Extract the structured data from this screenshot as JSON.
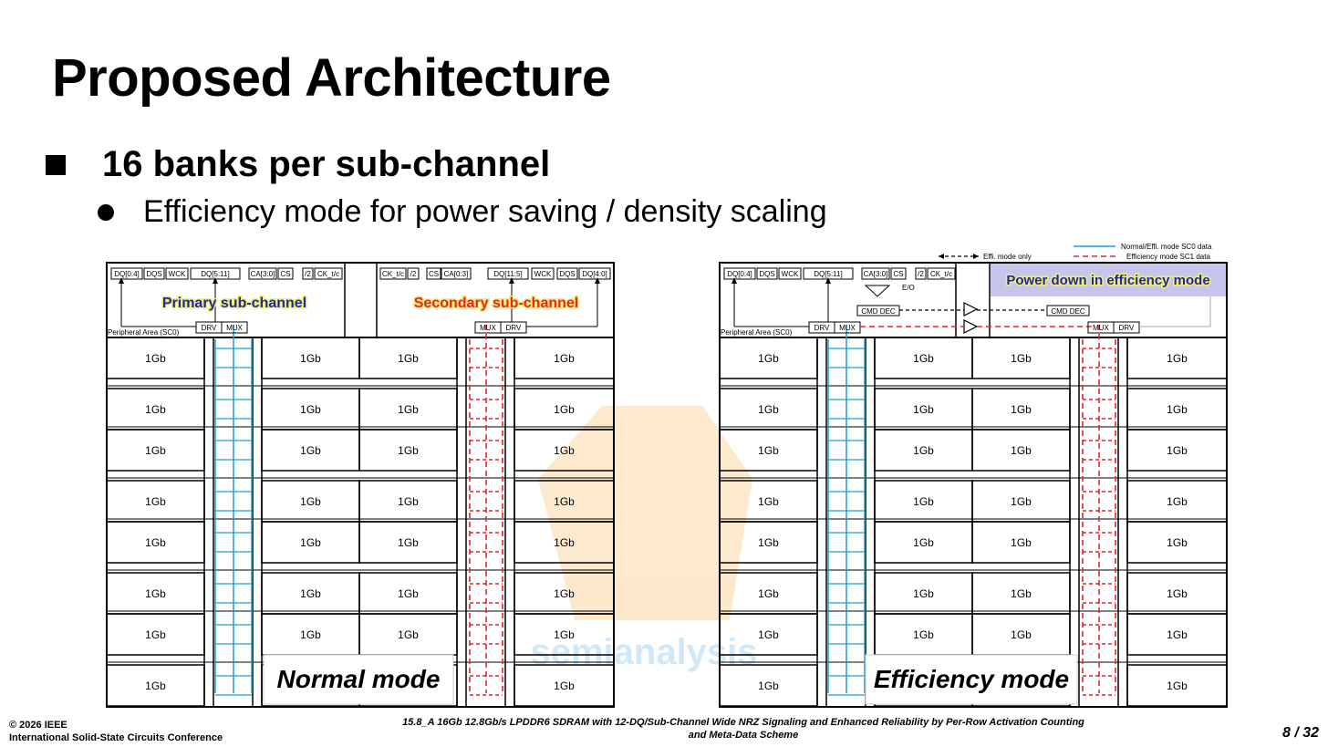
{
  "slide": {
    "title": "Proposed Architecture",
    "bullet1": "16 banks per sub-channel",
    "bullet2": "Efficiency mode for power saving / density scaling",
    "page": "8 / 32"
  },
  "footer": {
    "copyright": "© 2026 IEEE",
    "conference": "International Solid-State Circuits Conference",
    "paper_line1": "15.8_A 16Gb 12.8Gb/s LPDDR6 SDRAM with 12-DQ/Sub-Channel Wide NRZ Signaling and Enhanced Reliability by Per-Row Activation Counting",
    "paper_line2": "and Meta-Data Scheme"
  },
  "diagram": {
    "bank_label": "1Gb",
    "periph_label": "Peripheral Area (SC0)",
    "drv": "DRV",
    "mux": "MUX",
    "cmd_dec": "CMD DEC",
    "eo": "E/O",
    "left_pins": [
      "DQ[0:4]",
      "DQS",
      "WCK",
      "DQ[5:11]",
      "CA[3:0]",
      "CS",
      "/2",
      "CK_t/c"
    ],
    "right_pins": [
      "CK_t/c",
      "/2",
      "CS",
      "CA[0:3]",
      "DQ[11:5]",
      "WCK",
      "DQS",
      "DQ[4:0]"
    ],
    "primary_label": "Primary sub-channel",
    "secondary_label": "Secondary sub-channel",
    "power_down_label": "Power down in efficiency mode",
    "normal_mode": "Normal mode",
    "efficiency_mode": "Efficiency mode",
    "legend": {
      "effi_only": "Effi. mode only",
      "sc0": "Normal/Effi. mode SC0 data",
      "sc1": "Efficiency mode SC1 data"
    },
    "watermark": "semianalysis",
    "colors": {
      "sc0": "#1a9ed8",
      "sc1": "#e8232a",
      "primary_text": "#1a2aa8",
      "secondary_text": "#e8232a",
      "highlight": "#f4ec70",
      "power_down_bg": "#c6c6ec"
    }
  }
}
